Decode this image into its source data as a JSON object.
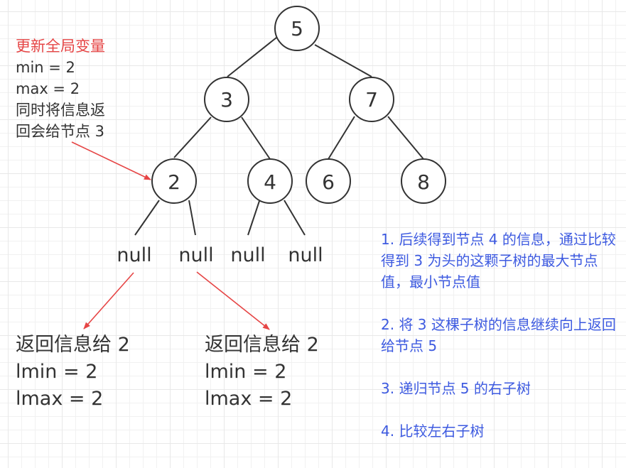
{
  "colors": {
    "node_stroke": "#333333",
    "edge": "#333333",
    "arrow": "#e64545",
    "note_highlight": "#e64545",
    "steps_text": "#3d5ae0",
    "grid": "#e8e8e8"
  },
  "tree": {
    "nodes": [
      {
        "id": "n5",
        "label": "5"
      },
      {
        "id": "n3",
        "label": "3"
      },
      {
        "id": "n7",
        "label": "7"
      },
      {
        "id": "n2",
        "label": "2"
      },
      {
        "id": "n4",
        "label": "4"
      },
      {
        "id": "n6",
        "label": "6"
      },
      {
        "id": "n8",
        "label": "8"
      }
    ],
    "nulls": [
      "null",
      "null",
      "null",
      "null"
    ]
  },
  "global_note": {
    "title": "更新全局变量",
    "lines": [
      "min = 2",
      "max = 2",
      "同时将信息返",
      "回会给节点 3"
    ]
  },
  "return_left": {
    "title": "返回信息给 2",
    "lines": [
      "lmin = 2",
      "lmax = 2"
    ]
  },
  "return_right": {
    "title": "返回信息给 2",
    "lines": [
      "lmin = 2",
      "lmax = 2"
    ]
  },
  "steps": [
    "1. 后续得到节点 4 的信息，通过比较得到 3 为头的这颗子树的最大节点值，最小节点值",
    "2. 将 3 这棵子树的信息继续向上返回给节点 5",
    "3. 递归节点 5 的右子树",
    "4. 比较左右子树"
  ]
}
